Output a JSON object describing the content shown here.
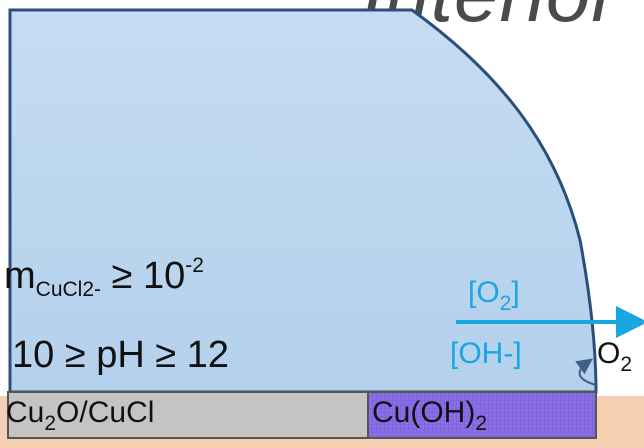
{
  "title": "Interior Pc",
  "concentration": {
    "m": "m",
    "species": "CuCl2-",
    "relation": "≥ 10",
    "exponent": "-2"
  },
  "ph_range": "10 ≥ pH ≥ 12",
  "oxygen_conc": {
    "open": "[O",
    "sub": "2",
    "close": "]"
  },
  "hydroxide_conc": "[OH-]",
  "oxygen": {
    "main": "O",
    "sub": "2"
  },
  "layer_left": {
    "main1": "Cu",
    "sub": "2",
    "main2": "O/CuCl"
  },
  "layer_right": {
    "main": "Cu(OH)",
    "sub": "2"
  },
  "colors": {
    "drop_top": "#c5dcf2",
    "drop_bottom": "#b4d0ec",
    "drop_stroke": "#2c4f7a",
    "substrate": "#f6cfb3",
    "gray_layer": "#c4c4c4",
    "purple_layer": "#8b6ee6",
    "arrow": "#17a8e2"
  }
}
